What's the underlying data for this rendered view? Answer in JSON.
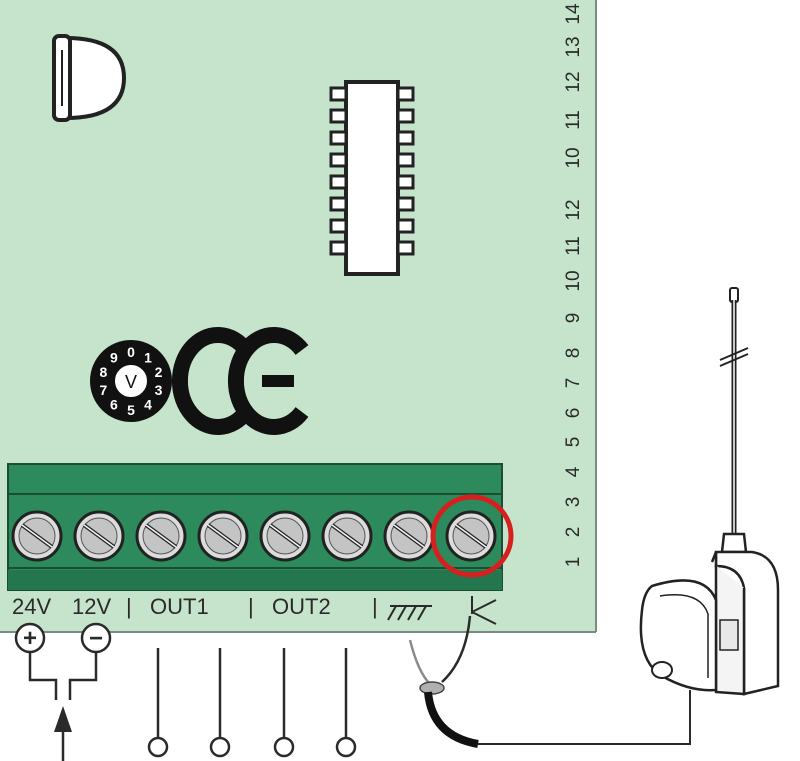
{
  "terminal_labels": {
    "v24": "24V",
    "v12": "12V",
    "out1": "OUT1",
    "out2": "OUT2",
    "sep": "|"
  },
  "polarity": {
    "plus": "+",
    "minus": "−"
  },
  "ce_mark": "CE",
  "dial": {
    "center": "V",
    "digits": [
      "0",
      "1",
      "2",
      "3",
      "4",
      "5",
      "6",
      "7",
      "8",
      "9"
    ]
  },
  "pin_numbers": [
    "14",
    "13",
    "12",
    "11",
    "10",
    "12",
    "11",
    "10",
    "9",
    "8",
    "7",
    "6",
    "5",
    "4",
    "3",
    "2",
    "1"
  ],
  "terminals": {
    "count": 8,
    "highlighted_index": 7
  },
  "colors": {
    "board": "#c6e4cc",
    "terminal_block": "#2c8a5c",
    "highlight": "#d62020",
    "line": "#2a2a2a"
  }
}
